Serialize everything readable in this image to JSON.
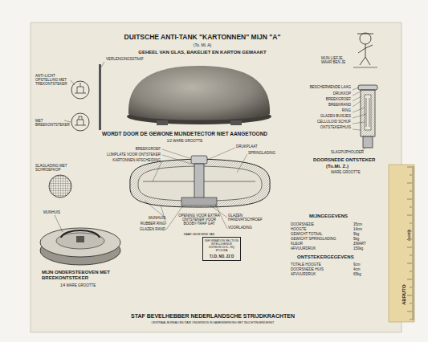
{
  "diagram": {
    "title": "DUITSCHE ANTI-TANK \"KARTONNEN\" MIJN \"A\"",
    "nodes": [
      {
        "text": [
          "INFORMATION SECTION INTELLIGENCE DIVISION DOC. HQ ETOUSA",
          "T.I.D. NO. 22 D"
        ]
      }
    ],
    "labels": [
      "(To. Mi. A)",
      "GEHEEL VAN GLAS, BAKELIET EN KARTON GEMAAKT",
      "ANTI-LICHT OPSTELLING MET TREKONTSTEKER",
      "VERLENGINGSSTAAF",
      "MET BREEKONTSTEKER",
      "MIJN LIEFJE, WAAR BEN JE",
      "BESCHERMENDE LAAG",
      "DRUKKOP",
      "BREEKGROEF",
      "BREEKRAND",
      "RING",
      "GLAZEN BUISJES",
      "CELLULOID SCHIJF",
      "ONTSTEKERHUIS",
      "SLAGPIJPHOUDER",
      "WORDT DOOR DE GEWONE MIJNDETECTOR NIET AANGETOOND",
      "1/2 WARE GROOTTE",
      "BREEKGROEF",
      "LIJMPLATE VOOR ONTSTEKER",
      "KARTONNEN AFSCHEIDING",
      "DRUKPLAAT",
      "SPRINGLADING",
      "DOORSNEDE ONTSTEKER",
      "(To.Mi. Z.)",
      "WARE GROOTTE",
      "SLAGLADING MET SCHROEFKOP",
      "MUNHUIS",
      "RUBBER RING",
      "GLAZEN RAND",
      "OPENING VOOR EXTRA ONTSTEKER VOOR BOOBY-TRAP GAT",
      "GLAZEN HANDVATSCHROEF",
      "VOORLADING",
      "NAAR GEGEVENS VAN",
      "MUNHUIS",
      "MIJN ONDERSTEBOVEN MET BREEKONTSTEKER",
      "1/4 WARE GROOTTE",
      "MIJNGEGEVENS",
      "DOORSNEDE",
      "35cm",
      "HOOGTE",
      "14cm",
      "GEWICHT TOTAAL",
      "9kg",
      "GEWICHT SPRINGLADING",
      "5kg",
      "KLEUR",
      "ZWART",
      "AFVUURDRUK",
      "150kg",
      "ONTSTEKERGEGEVENS",
      "TOTALE HOOGTE",
      "9cm",
      "DOORSNEDE HUIS",
      "4cm",
      "AFVUURDRUK",
      "65kg",
      "STAF BEVELHEBBER NEDERLANDSCHE STRIJDKRACHTEN",
      "CENTRAAL BUREAU MILITAIR ONDERWIJS IN SAMENWERKING MET INLICHTINGENDIENST",
      "ABRUTO",
      "Austria"
    ]
  }
}
